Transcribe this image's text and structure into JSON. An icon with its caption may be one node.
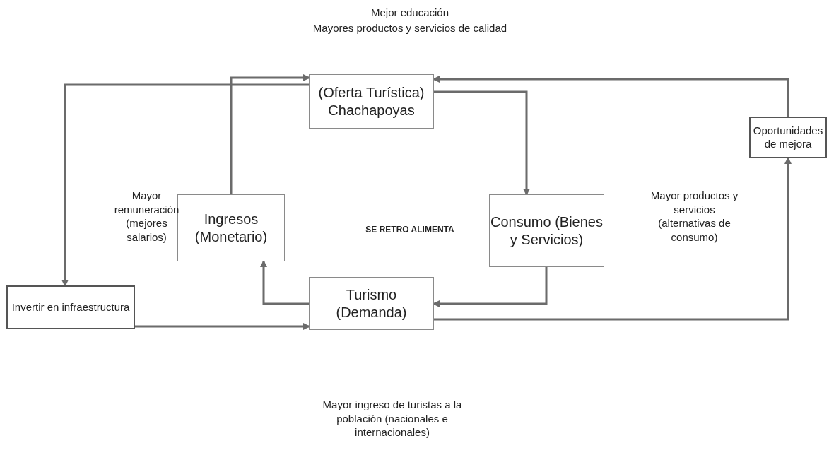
{
  "diagram": {
    "nodes": [
      {
        "text": [
          "(Oferta Turística) Chachapoyas"
        ]
      },
      {
        "text": [
          "Ingresos (Monetario)"
        ]
      },
      {
        "text": [
          "Consumo (Bienes y Servicios)"
        ]
      },
      {
        "text": [
          "Turismo (Demanda)"
        ]
      },
      {
        "text": [
          "Invertir en infraestructura"
        ]
      },
      {
        "text": [
          "Oportunidades de mejora"
        ]
      }
    ],
    "edges": [
      {
        "from": 0,
        "to": 2,
        "arrow": "to"
      },
      {
        "from": 2,
        "to": 3,
        "arrow": "to"
      },
      {
        "from": 3,
        "to": 1,
        "arrow": "to"
      },
      {
        "from": 1,
        "to": 0,
        "arrow": "to"
      },
      {
        "from": 0,
        "to": 4,
        "arrow": "to"
      },
      {
        "from": 4,
        "to": 3,
        "arrow": "to"
      },
      {
        "from": 3,
        "to": 5,
        "arrow": "to"
      },
      {
        "from": 5,
        "to": 0,
        "arrow": "to"
      }
    ],
    "labels": [
      "Mejor educación",
      "Mayores productos y servicios de calidad",
      "Mayor remuneración (mejores salarios)",
      "SE RETRO ALIMENTA",
      "Mayor productos y servicios (alternativas de consumo)",
      "Mayor ingreso de turistas a la población (nacionales e internacionales)"
    ]
  }
}
